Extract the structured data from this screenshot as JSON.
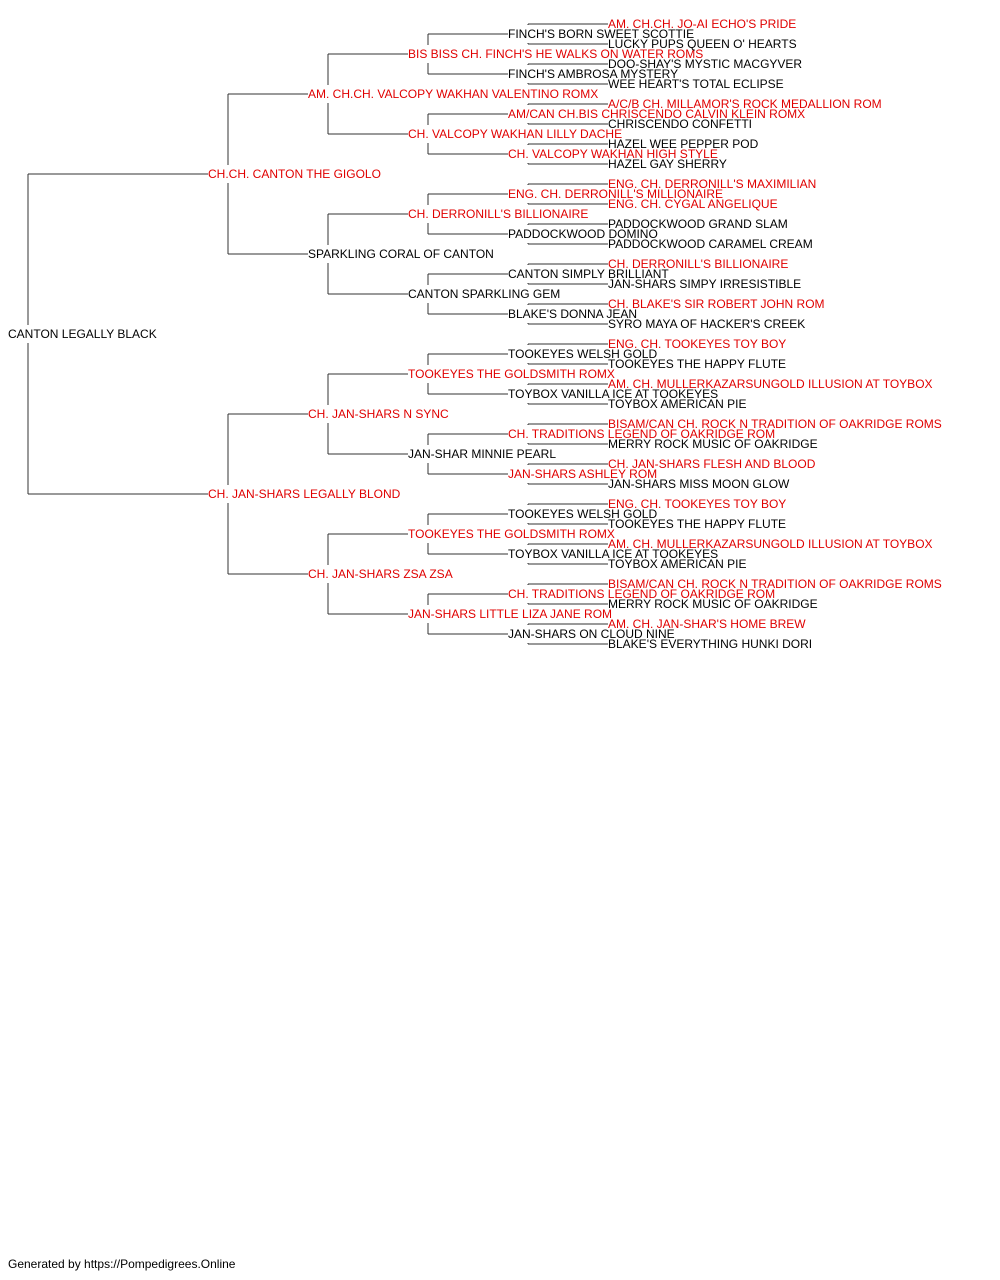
{
  "colors": {
    "champion": "#e00000",
    "normal": "#000000",
    "line": "#333333"
  },
  "footer": "Generated by https://Pompedigrees.Online",
  "pedigree": {
    "name": "CANTON LEGALLY BLACK",
    "champion": false,
    "sire": {
      "name": "CH.CH. CANTON THE GIGOLO",
      "champion": true,
      "sire": {
        "name": "AM. CH.CH. VALCOPY WAKHAN VALENTINO ROMX",
        "champion": true,
        "sire": {
          "name": "BIS BISS CH. FINCH'S HE WALKS ON WATER ROMS",
          "champion": true,
          "sire": {
            "name": "FINCH'S BORN SWEET SCOTTIE",
            "champion": false,
            "sire": {
              "name": "AM. CH.CH. JO-AI ECHO'S PRIDE",
              "champion": true
            },
            "dam": {
              "name": "LUCKY PUPS QUEEN O' HEARTS",
              "champion": false
            }
          },
          "dam": {
            "name": "FINCH'S AMBROSA MYSTERY",
            "champion": false,
            "sire": {
              "name": "DOO-SHAY'S MYSTIC MACGYVER",
              "champion": false
            },
            "dam": {
              "name": "WEE HEART'S TOTAL ECLIPSE",
              "champion": false
            }
          }
        },
        "dam": {
          "name": "CH. VALCOPY WAKHAN LILLY DACHE",
          "champion": true,
          "sire": {
            "name": "AM/CAN CH.BIS CHRISCENDO CALVIN KLEIN ROMX",
            "champion": true,
            "sire": {
              "name": "A/C/B CH. MILLAMOR'S ROCK MEDALLION ROM",
              "champion": true
            },
            "dam": {
              "name": "CHRISCENDO CONFETTI",
              "champion": false
            }
          },
          "dam": {
            "name": "CH. VALCOPY WAKHAN HIGH STYLE",
            "champion": true,
            "sire": {
              "name": "HAZEL WEE PEPPER POD",
              "champion": false
            },
            "dam": {
              "name": "HAZEL GAY SHERRY",
              "champion": false
            }
          }
        }
      },
      "dam": {
        "name": "SPARKLING CORAL OF CANTON",
        "champion": false,
        "sire": {
          "name": "CH. DERRONILL'S BILLIONAIRE",
          "champion": true,
          "sire": {
            "name": "ENG. CH. DERRONILL'S MILLIONAIRE",
            "champion": true,
            "sire": {
              "name": "ENG. CH. DERRONILL'S MAXIMILIAN",
              "champion": true
            },
            "dam": {
              "name": "ENG. CH. CYGAL ANGELIQUE",
              "champion": true
            }
          },
          "dam": {
            "name": "PADDOCKWOOD DOMINO",
            "champion": false,
            "sire": {
              "name": "PADDOCKWOOD GRAND SLAM",
              "champion": false
            },
            "dam": {
              "name": "PADDOCKWOOD CARAMEL CREAM",
              "champion": false
            }
          }
        },
        "dam": {
          "name": "CANTON SPARKLING GEM",
          "champion": false,
          "sire": {
            "name": "CANTON SIMPLY BRILLIANT",
            "champion": false,
            "sire": {
              "name": "CH. DERRONILL'S BILLIONAIRE",
              "champion": true
            },
            "dam": {
              "name": "JAN-SHARS SIMPY IRRESISTIBLE",
              "champion": false
            }
          },
          "dam": {
            "name": "BLAKE'S DONNA JEAN",
            "champion": false,
            "sire": {
              "name": "CH. BLAKE'S SIR ROBERT JOHN ROM",
              "champion": true
            },
            "dam": {
              "name": "SYRO MAYA OF HACKER'S CREEK",
              "champion": false
            }
          }
        }
      }
    },
    "dam": {
      "name": "CH. JAN-SHARS LEGALLY BLOND",
      "champion": true,
      "sire": {
        "name": "CH. JAN-SHARS N SYNC",
        "champion": true,
        "sire": {
          "name": "TOOKEYES THE GOLDSMITH ROMX",
          "champion": true,
          "sire": {
            "name": "TOOKEYES WELSH GOLD",
            "champion": false,
            "sire": {
              "name": "ENG. CH. TOOKEYES TOY BOY",
              "champion": true
            },
            "dam": {
              "name": "TOOKEYES THE HAPPY FLUTE",
              "champion": false
            }
          },
          "dam": {
            "name": "TOYBOX VANILLA ICE AT TOOKEYES",
            "champion": false,
            "sire": {
              "name": "AM. CH. MULLERKAZARSUNGOLD ILLUSION AT TOYBOX",
              "champion": true
            },
            "dam": {
              "name": "TOYBOX AMERICAN PIE",
              "champion": false
            }
          }
        },
        "dam": {
          "name": "JAN-SHAR MINNIE PEARL",
          "champion": false,
          "sire": {
            "name": "CH. TRADITIONS LEGEND OF OAKRIDGE ROM",
            "champion": true,
            "sire": {
              "name": "BISAM/CAN CH. ROCK N TRADITION OF OAKRIDGE ROMS",
              "champion": true
            },
            "dam": {
              "name": "MERRY ROCK MUSIC OF OAKRIDGE",
              "champion": false
            }
          },
          "dam": {
            "name": "JAN-SHARS ASHLEY ROM",
            "champion": true,
            "sire": {
              "name": "CH. JAN-SHARS FLESH AND BLOOD",
              "champion": true
            },
            "dam": {
              "name": "JAN-SHARS MISS MOON GLOW",
              "champion": false
            }
          }
        }
      },
      "dam": {
        "name": "CH. JAN-SHARS ZSA ZSA",
        "champion": true,
        "sire": {
          "name": "TOOKEYES THE GOLDSMITH ROMX",
          "champion": true,
          "sire": {
            "name": "TOOKEYES WELSH GOLD",
            "champion": false,
            "sire": {
              "name": "ENG. CH. TOOKEYES TOY BOY",
              "champion": true
            },
            "dam": {
              "name": "TOOKEYES THE HAPPY FLUTE",
              "champion": false
            }
          },
          "dam": {
            "name": "TOYBOX VANILLA ICE AT TOOKEYES",
            "champion": false,
            "sire": {
              "name": "AM. CH. MULLERKAZARSUNGOLD ILLUSION AT TOYBOX",
              "champion": true
            },
            "dam": {
              "name": "TOYBOX AMERICAN PIE",
              "champion": false
            }
          }
        },
        "dam": {
          "name": "JAN-SHARS LITTLE LIZA JANE ROM",
          "champion": true,
          "sire": {
            "name": "CH. TRADITIONS LEGEND OF OAKRIDGE ROM",
            "champion": true,
            "sire": {
              "name": "BISAM/CAN CH. ROCK N TRADITION OF OAKRIDGE ROMS",
              "champion": true
            },
            "dam": {
              "name": "MERRY ROCK MUSIC OF OAKRIDGE",
              "champion": false
            }
          },
          "dam": {
            "name": "JAN-SHARS ON CLOUD NINE",
            "champion": false,
            "sire": {
              "name": "AM. CH. JAN-SHAR'S HOME BREW",
              "champion": true
            },
            "dam": {
              "name": "BLAKE'S EVERYTHING HUNKI DORI",
              "champion": false
            }
          }
        }
      }
    }
  }
}
